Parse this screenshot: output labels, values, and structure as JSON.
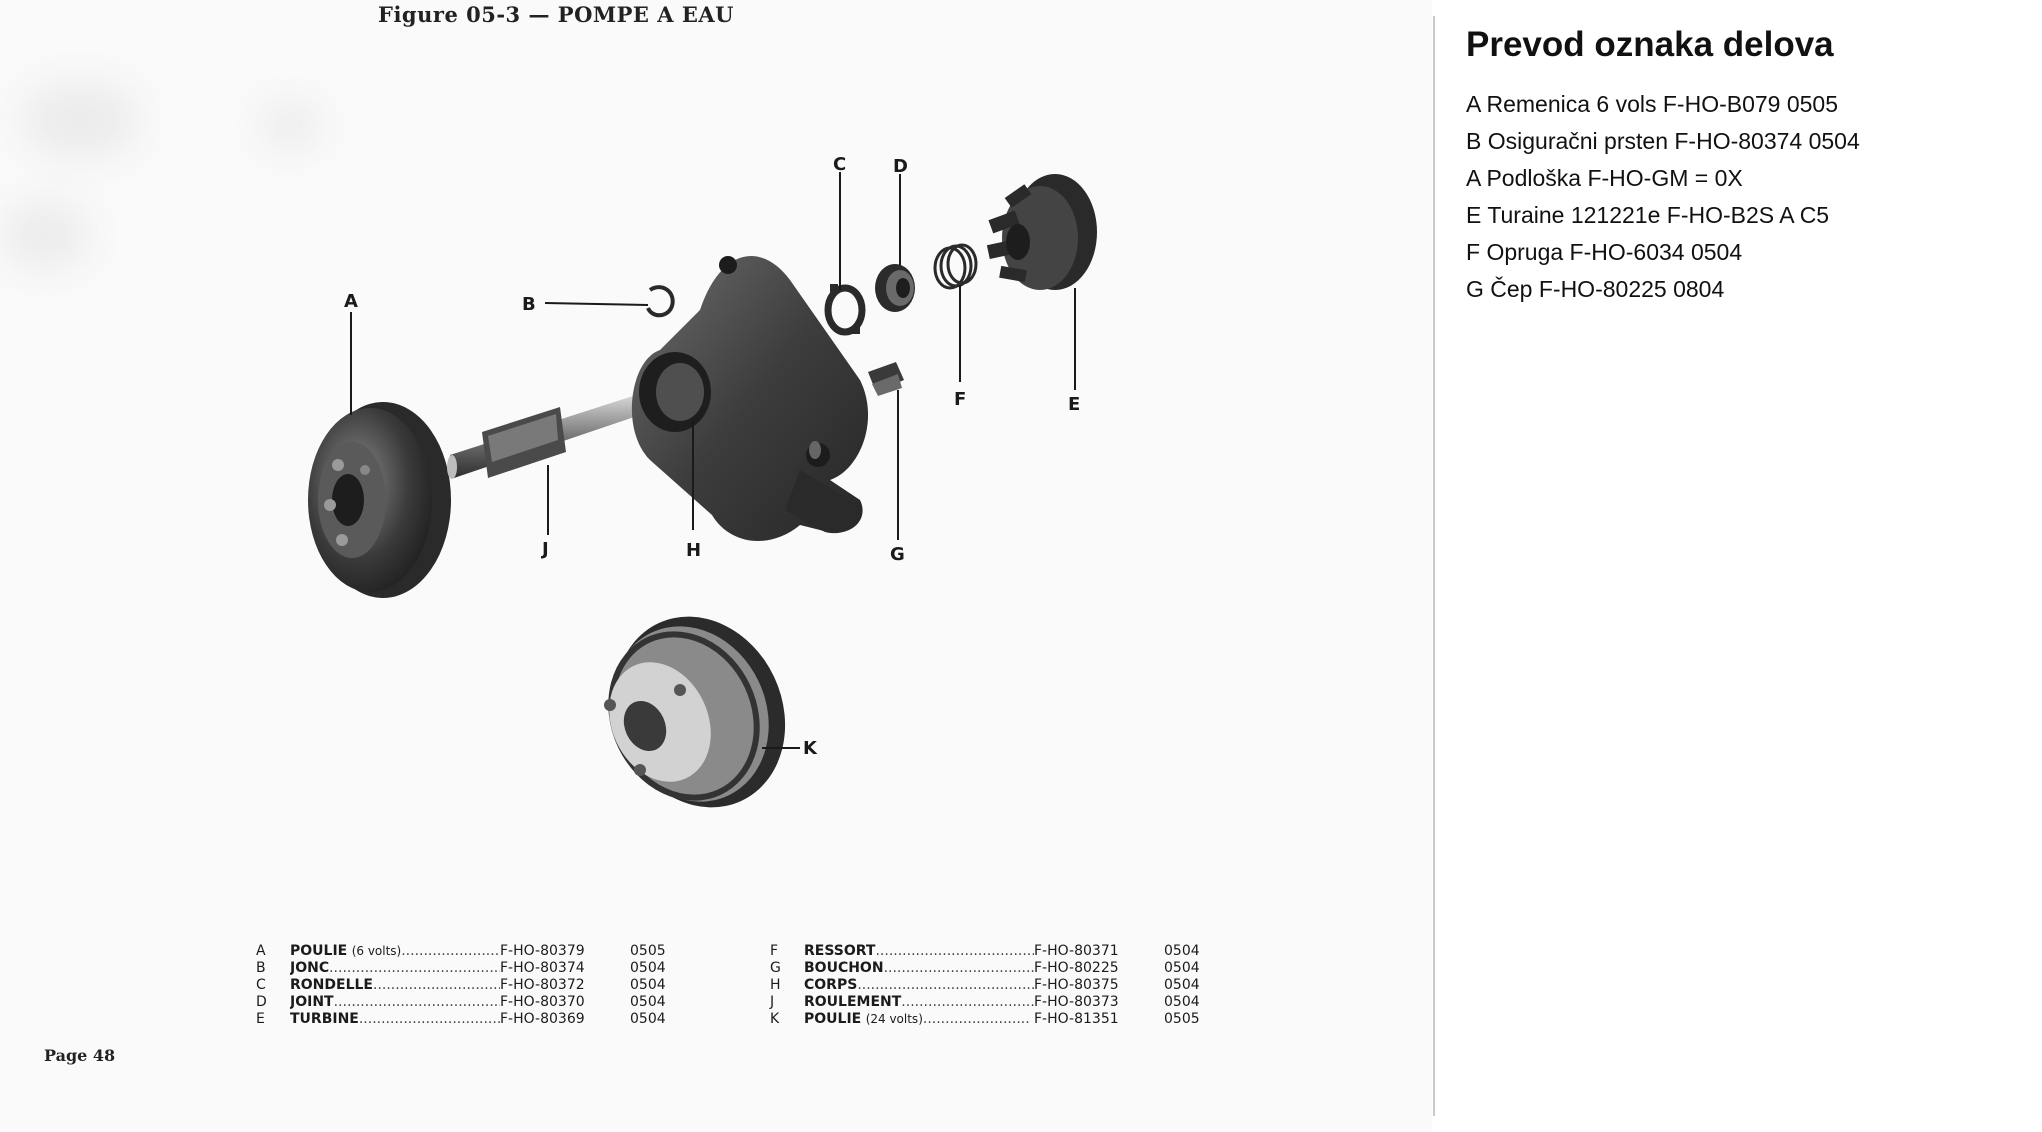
{
  "figure": {
    "title": "Figure 05-3 — POMPE A EAU",
    "callouts": [
      "A",
      "B",
      "C",
      "D",
      "E",
      "F",
      "G",
      "H",
      "J",
      "K"
    ]
  },
  "parts_left": [
    {
      "letter": "A",
      "name": "POULIE",
      "note": "(6 volts)",
      "ref": "F-HO-80379",
      "group": "0505"
    },
    {
      "letter": "B",
      "name": "JONC",
      "note": "",
      "ref": "F-HO-80374",
      "group": "0504"
    },
    {
      "letter": "C",
      "name": "RONDELLE",
      "note": "",
      "ref": "F-HO-80372",
      "group": "0504"
    },
    {
      "letter": "D",
      "name": "JOINT",
      "note": "",
      "ref": "F-HO-80370",
      "group": "0504"
    },
    {
      "letter": "E",
      "name": "TURBINE",
      "note": "",
      "ref": "F-HO-80369",
      "group": "0504"
    }
  ],
  "parts_right": [
    {
      "letter": "F",
      "name": "RESSORT",
      "note": "",
      "ref": "F-HO-80371",
      "group": "0504"
    },
    {
      "letter": "G",
      "name": "BOUCHON",
      "note": "",
      "ref": "F-HO-80225",
      "group": "0504"
    },
    {
      "letter": "H",
      "name": "CORPS",
      "note": "",
      "ref": "F-HO-80375",
      "group": "0504"
    },
    {
      "letter": "J",
      "name": "ROULEMENT",
      "note": "",
      "ref": "F-HO-80373",
      "group": "0504"
    },
    {
      "letter": "K",
      "name": "POULIE",
      "note": "(24 volts)",
      "ref": "F-HO-81351",
      "group": "0505"
    }
  ],
  "page_label": "Page 48",
  "translation": {
    "heading": "Prevod oznaka delova",
    "items": [
      "A Remenica 6 vols F-HO-B079 0505",
      "B Osiguračni prsten F-HO-80374 0504",
      "A Podloška F-HO-GM = 0X",
      "E Turaine 121221e F-HO-B2S A C5",
      "F Opruga F-HO-6034 0504",
      "G Čep F-HO-80225 0804"
    ]
  },
  "colors": {
    "ink": "#1a1a1a",
    "paper": "#fafafa",
    "divider": "#c9c9c9"
  }
}
